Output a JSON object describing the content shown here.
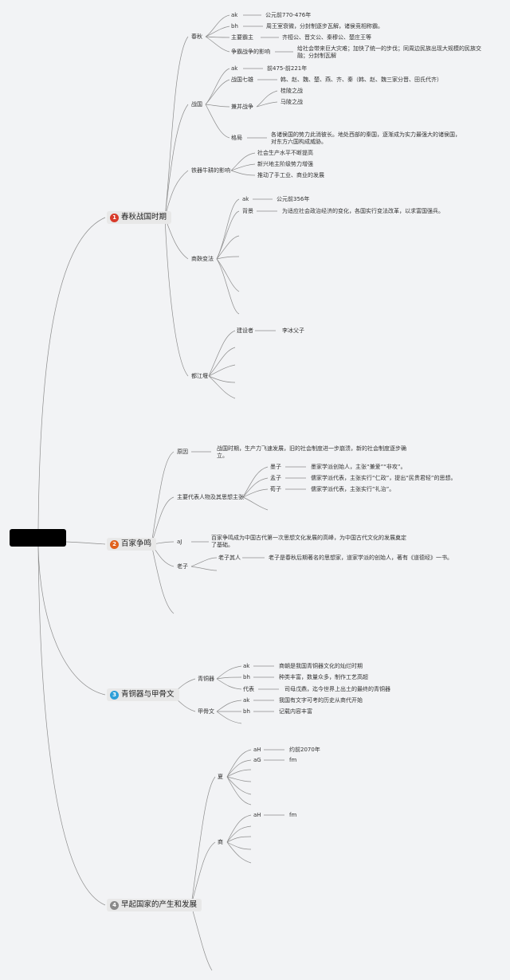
{
  "colors": {
    "background": "#f2f3f5",
    "line": "#8d8d8d",
    "root": "#000000",
    "badge_1": "#d83a2a",
    "badge_2": "#e0611c",
    "badge_3": "#2c9fd8",
    "badge_4": "#8a8a8a"
  },
  "root": {
    "label": ""
  },
  "topics": [
    {
      "number": "1",
      "label": "春秋战国时期",
      "children": {
        "chunqiu": {
          "label": "春秋",
          "children": [
            {
              "label": "ak",
              "value": "公元前770-476年"
            },
            {
              "label": "bh",
              "value": "周王室衰微，分封制逐步瓦解，诸侯竞相称霸。"
            },
            {
              "label": "主要霸主",
              "value": "齐桓公、晋文公、秦穆公、楚庄王等"
            },
            {
              "label": "争霸战争的影响",
              "value": "给社会带来巨大灾难；加快了统一的步伐；同周边民族出现大规模的民族交融；分封制瓦解"
            }
          ]
        },
        "zhanguo": {
          "label": "战国",
          "children": [
            {
              "label": "ak",
              "value": "前475-前221年"
            },
            {
              "label": "战国七雄",
              "value": "韩、赵、魏、楚、燕、齐、秦（韩、赵、魏三家分晋、田氏代齐）"
            },
            {
              "label": "兼并战争",
              "items": [
                "桂陵之战",
                "马陵之战"
              ]
            },
            {
              "label": "格局",
              "value": "各诸侯国的势力此消彼长。地处西部的秦国，逐渐成为实力最强大的诸侯国，对东方六国构成威胁。"
            }
          ]
        },
        "tieqi": {
          "label": "铁器牛耕的影响",
          "items": [
            "社会生产水平不断提高",
            "新兴地主阶级势力增强",
            "推动了手工业、商业的发展"
          ]
        },
        "shangyang": {
          "label": "商鞅变法",
          "children": [
            {
              "label": "ak",
              "value": "公元前356年"
            },
            {
              "label": "背景",
              "value": "为适应社会政治经济的变化，各国实行变法改革，以求富国强兵。"
            }
          ]
        },
        "dujiangyan": {
          "label": "都江堰",
          "children": [
            {
              "label": "建设者",
              "value": "李冰父子"
            }
          ]
        }
      }
    },
    {
      "number": "2",
      "label": "百家争鸣",
      "children": {
        "yuanyin": {
          "label": "原因",
          "value": "战国时期，生产力飞速发展，旧的社会制度进一步崩溃，新的社会制度逐步确立。"
        },
        "daibiao": {
          "label": "主要代表人物及其思想主张",
          "children": [
            {
              "label": "墨子",
              "value": "墨家学派创始人，主张“兼爱”“非攻”。"
            },
            {
              "label": "孟子",
              "value": "儒家学派代表，主张实行“仁政”，提出“民贵君轻”的思想。"
            },
            {
              "label": "荀子",
              "value": "儒家学派代表，主张实行“礼治”。"
            }
          ]
        },
        "aj": {
          "label": "aJ",
          "value": "百家争鸣成为中国古代第一次思想文化发展的高峰，为中国古代文化的发展奠定了基础。"
        },
        "laozi": {
          "label": "老子",
          "children": [
            {
              "label": "老子其人",
              "value": "老子是春秋后期著名的思想家，道家学派的创始人，著有《道德经》一书。"
            }
          ]
        }
      }
    },
    {
      "number": "3",
      "label": "青铜器与甲骨文",
      "children": {
        "qingtong": {
          "label": "青铜器",
          "children": [
            {
              "label": "ak",
              "value": "商朝是我国青铜器文化的灿烂时期"
            },
            {
              "label": "bh",
              "value": "种类丰富，数量众多，制作工艺高超"
            },
            {
              "label": "代表",
              "value": "司母戊鼎，迄今世界上出土的最终的青铜器"
            }
          ]
        },
        "jiagu": {
          "label": "甲骨文",
          "children": [
            {
              "label": "ak",
              "value": "我国有文字可考的历史从商代开始"
            },
            {
              "label": "bh",
              "value": "记载内容丰富"
            }
          ]
        }
      }
    },
    {
      "number": "4",
      "label": "早起国家的产生和发展",
      "children": {
        "xia": {
          "label": "夏",
          "children": [
            {
              "label": "aH",
              "value": "约前2070年"
            },
            {
              "label": "aG",
              "value": "fm"
            }
          ]
        },
        "shang": {
          "label": "商",
          "children": [
            {
              "label": "aH",
              "value": "fm"
            }
          ]
        }
      }
    }
  ]
}
